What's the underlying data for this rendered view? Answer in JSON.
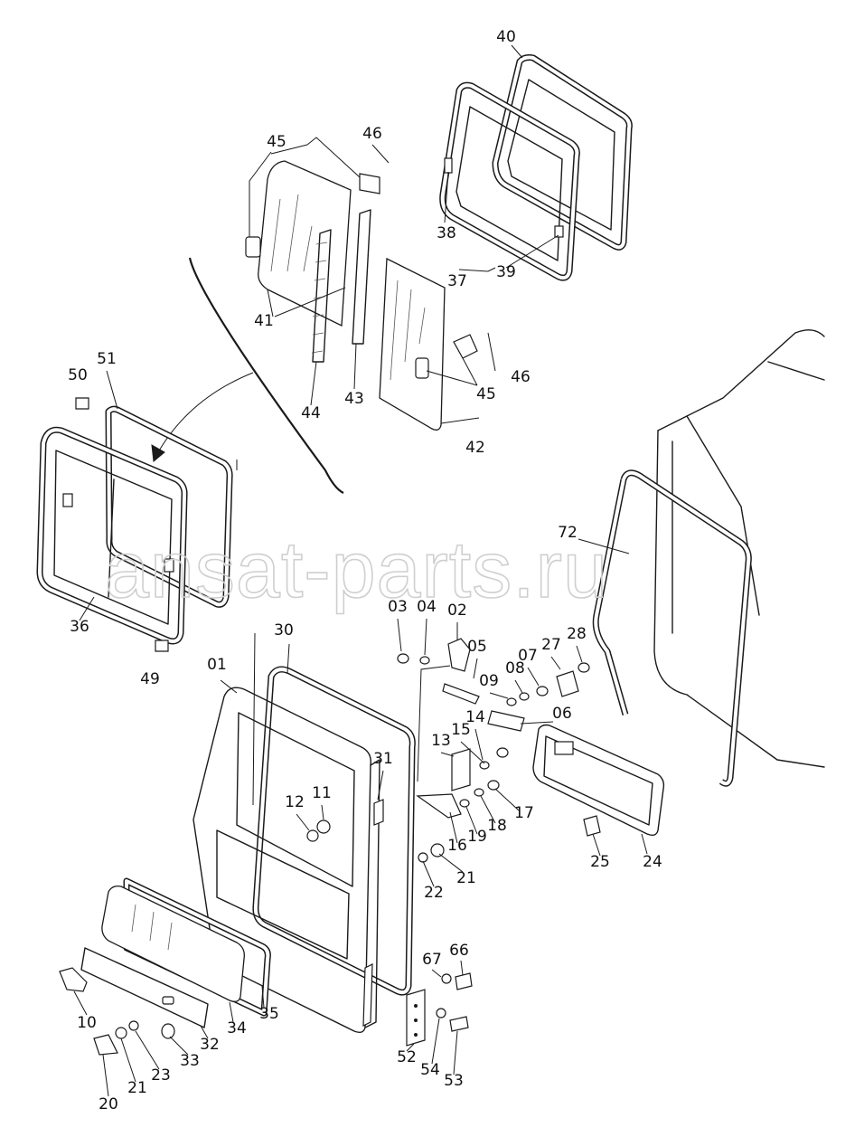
{
  "watermark": "ansat-parts.ru",
  "labels": {
    "p01": "01",
    "p02": "02",
    "p03": "03",
    "p04": "04",
    "p05": "05",
    "p06": "06",
    "p07": "07",
    "p08": "08",
    "p09": "09",
    "p10": "10",
    "p11": "11",
    "p12": "12",
    "p13": "13",
    "p14": "14",
    "p15": "15",
    "p16": "16",
    "p17": "17",
    "p18": "18",
    "p19": "19",
    "p20": "20",
    "p21a": "21",
    "p21b": "21",
    "p22": "22",
    "p23": "23",
    "p24": "24",
    "p25": "25",
    "p27": "27",
    "p28": "28",
    "p30": "30",
    "p31": "31",
    "p32": "32",
    "p33": "33",
    "p34": "34",
    "p35": "35",
    "p36": "36",
    "p37": "37",
    "p38": "38",
    "p39": "39",
    "p40": "40",
    "p41": "41",
    "p42": "42",
    "p43": "43",
    "p44": "44",
    "p45a": "45",
    "p45b": "45",
    "p46a": "46",
    "p46b": "46",
    "p49": "49",
    "p50": "50",
    "p51": "51",
    "p52": "52",
    "p53": "53",
    "p54": "54",
    "p66": "66",
    "p67": "67",
    "p72": "72"
  }
}
